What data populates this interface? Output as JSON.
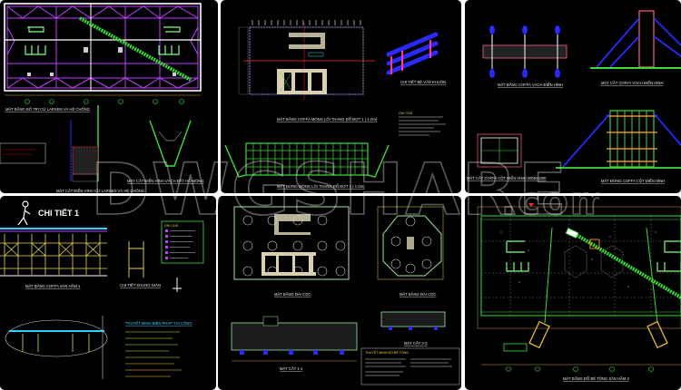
{
  "watermark": {
    "text": "DWGSHARE",
    "suffix": ".com"
  },
  "panels": {
    "p1": {
      "title_plan": "MẶT BẰNG BỐ TRÍ CỪ LARSEN VÀ HỆ CHỐNG",
      "title_section_a": "MẶT CẮT ĐIỂN HÌNH CỪ LARSEN VÀ HỆ CHỐNG",
      "title_section_b": "MẶT CẮT ĐIỂN HÌNH VÁCH ĐẤT HỐ MÓNG"
    },
    "p2": {
      "title_plan": "MẶT BẰNG COFFA MÓNG LÕI THANG ĐỔ ĐỢT 1 (-1.0m)",
      "title_detail": "CHI TIẾT BỆ VÁN KHUÔN",
      "note_title": "GHI CHÚ",
      "title_elevation": "MẶT ĐỨNG MÓNG LÕI THANG ĐỔ ĐỢT 1 (-1.0m)"
    },
    "p3": {
      "title_wall_plan": "MẶT BẰNG COFFA VÁCH ĐIỂN HÌNH",
      "title_wall_section": "MẶT CẮT COFFA VÁCH ĐIỂN HÌNH",
      "title_col_section": "MẶT CẮT COFFA CỘT ĐIỂN HÌNH 2000x1000",
      "title_col_elevation": "MẶT ĐỨNG COFFA CỘT ĐIỂN HÌNH"
    },
    "p4": {
      "detail_label": "CHI TIẾT 1",
      "title_plan": "MẶT BẰNG COFFA SÀN HẦM 1",
      "title_frame": "CHI TIẾT KHUNG GIÀN",
      "note_title": "GHI CHÚ",
      "method_title": "THUYẾT MINH BIỆN PHÁP THI CÔNG"
    },
    "p5": {
      "title_plan_a": "MẶT BẰNG ĐÀI CỌC",
      "title_plan_b": "MẶT BẰNG ĐÀI CỌC",
      "title_section_1": "MẶT CẮT 1-1",
      "title_section_2": "MẶT CẮT 2-2",
      "note_title": "THUYẾT MINH ĐỔ BÊ TÔNG"
    },
    "p6": {
      "title_plan": "MẶT BẰNG ĐỔ BÊ TÔNG SÀN HẦM 2"
    }
  },
  "colors": {
    "background": "#000000",
    "magenta": "#c040ff",
    "green": "#3ddc3d",
    "blue": "#2a2aff",
    "yellow": "#e8d84a",
    "red": "#ff2a2a",
    "cyan": "#30d0ff"
  }
}
